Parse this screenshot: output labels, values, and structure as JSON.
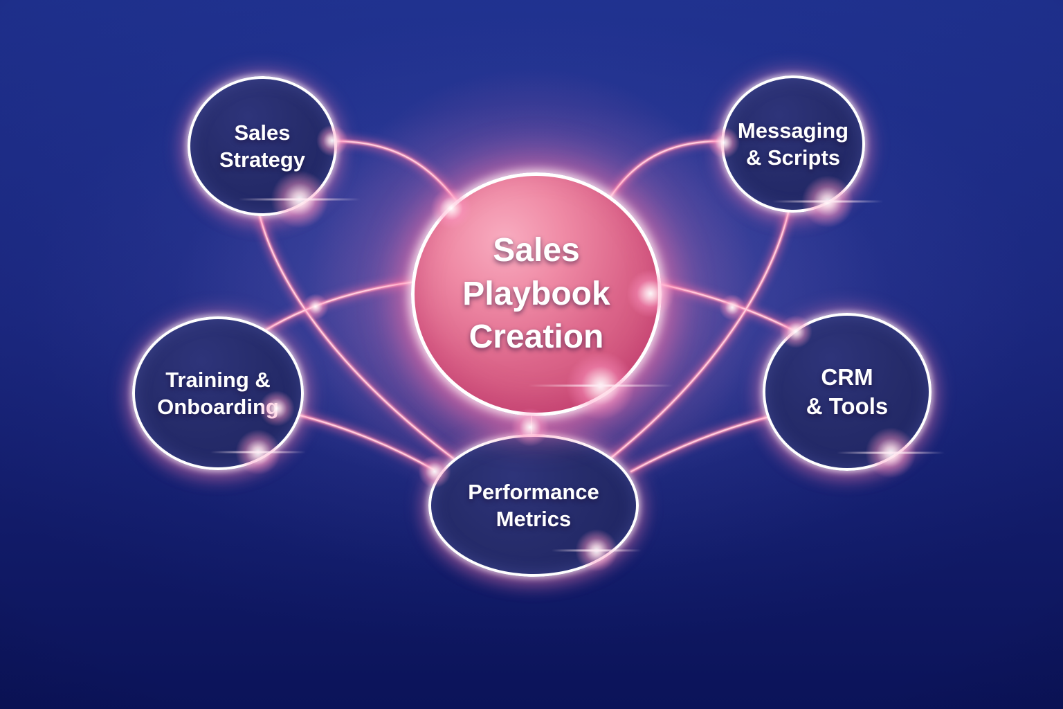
{
  "diagram": {
    "title": "Sales Playbook Creation mind map",
    "center": {
      "id": "sales-playbook-creation",
      "label": "Sales Playbook Creation",
      "lines": [
        "Sales",
        "Playbook",
        "Creation"
      ]
    },
    "nodes": [
      {
        "id": "sales-strategy",
        "label": "Sales Strategy",
        "lines": [
          "Sales",
          "Strategy"
        ]
      },
      {
        "id": "messaging-scripts",
        "label": "Messaging & Scripts",
        "lines": [
          "Messaging",
          "& Scripts"
        ]
      },
      {
        "id": "training-onboarding",
        "label": "Training & Onboarding",
        "lines": [
          "Training &",
          "Onboarding"
        ]
      },
      {
        "id": "crm-tools",
        "label": "CRM & Tools",
        "lines": [
          "CRM",
          "& Tools"
        ]
      },
      {
        "id": "performance-metrics",
        "label": "Performance Metrics",
        "lines": [
          "Performance",
          "Metrics"
        ]
      }
    ],
    "colors": {
      "background_top": "#1d2e89",
      "background_bottom": "#0b1359",
      "haze_purple": "#7e70c4",
      "center_fill_light": "#f8acc0",
      "center_fill_dark": "#c2436d",
      "node_fill": "#262c6b",
      "ring_white": "#ffffff",
      "connector_pink": "#ff9dbb",
      "text_white": "#ffffff"
    }
  }
}
